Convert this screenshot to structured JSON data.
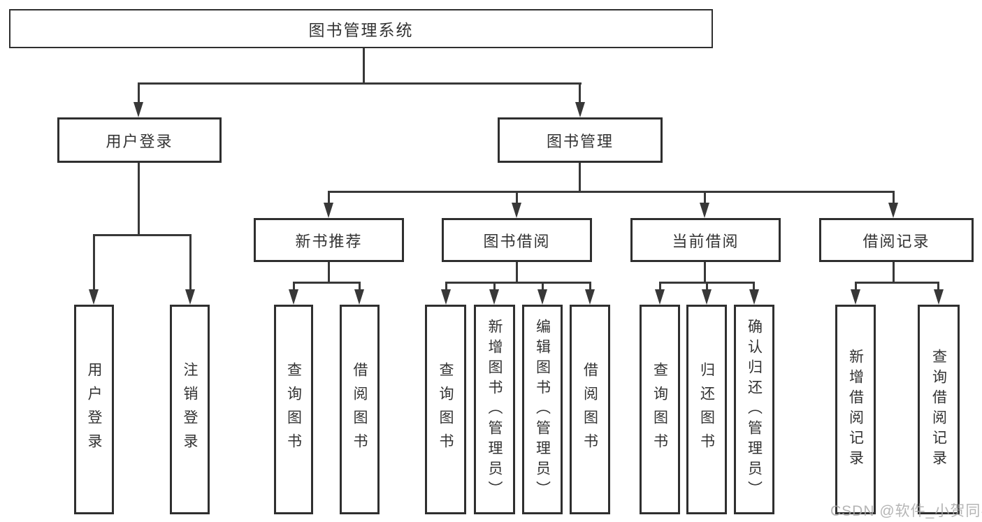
{
  "tree": {
    "root": "图书管理系统",
    "branches": [
      {
        "label": "用户登录",
        "leaves": [
          "用户登录",
          "注销登录"
        ]
      },
      {
        "label": "图书管理",
        "groups": [
          {
            "label": "新书推荐",
            "leaves": [
              "查询图书",
              "借阅图书"
            ]
          },
          {
            "label": "图书借阅",
            "leaves": [
              "查询图书",
              "新增图书（管理员）",
              "编辑图书（管理员）",
              "借阅图书"
            ]
          },
          {
            "label": "当前借阅",
            "leaves": [
              "查询图书",
              "归还图书",
              "确认归还（管理员）"
            ]
          },
          {
            "label": "借阅记录",
            "leaves": [
              "新增借阅记录",
              "查询借阅记录"
            ]
          }
        ]
      }
    ]
  },
  "watermark": "CSDN @软件_小贺同学",
  "colors": {
    "line": "#383838",
    "box_border": "#2f2f2f",
    "text": "#333333",
    "background": "#ffffff",
    "watermark": "#a8a8a8"
  }
}
